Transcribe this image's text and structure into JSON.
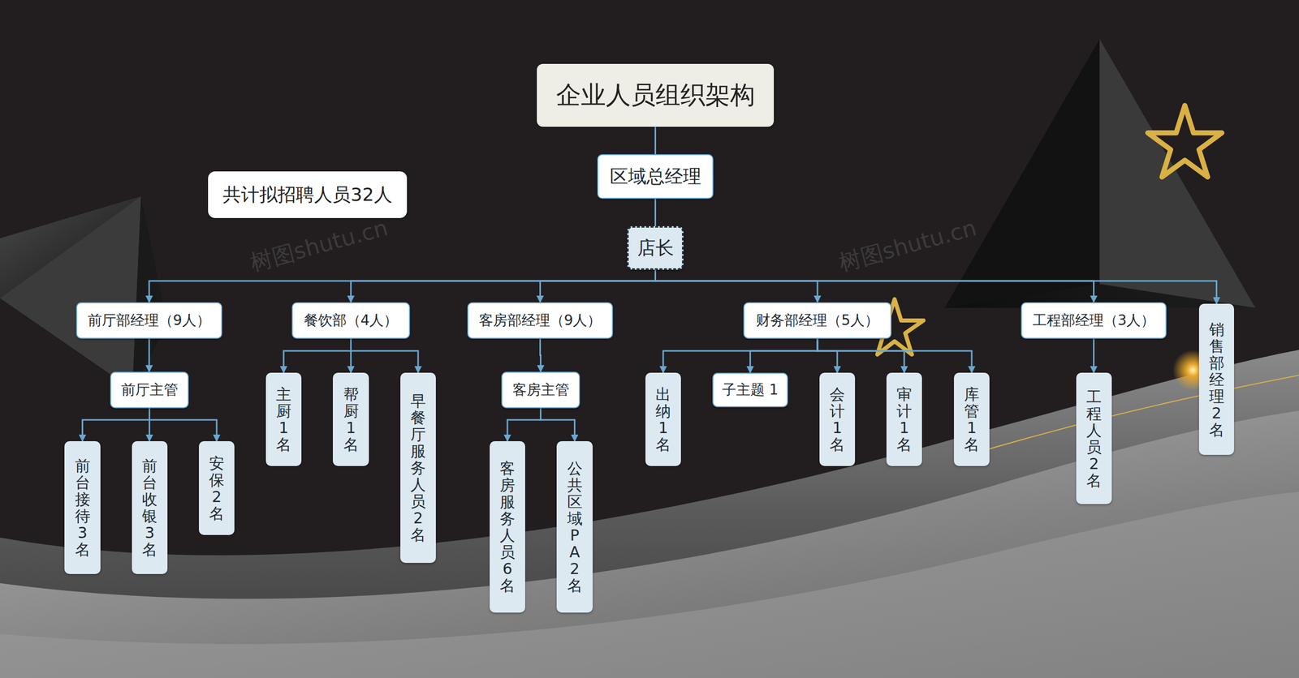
{
  "diagram": {
    "title": "企业人员组织架构",
    "nodes": [
      {
        "text": [
          "企业人员组织架构"
        ]
      },
      {
        "text": [
          "共计拟招聘人员32人"
        ]
      },
      {
        "text": [
          "区域总经理"
        ]
      },
      {
        "text": [
          "店长"
        ]
      },
      {
        "text": [
          "前厅部经理（9人）"
        ]
      },
      {
        "text": [
          "餐饮部（4人）"
        ]
      },
      {
        "text": [
          "客房部经理（9人）"
        ]
      },
      {
        "text": [
          "财务部经理（5人）"
        ]
      },
      {
        "text": [
          "工程部经理（3人）"
        ]
      },
      {
        "text": [
          "销售部经理2名"
        ]
      },
      {
        "text": [
          "前厅主管"
        ]
      },
      {
        "text": [
          "前台接待3名"
        ]
      },
      {
        "text": [
          "前台收银3名"
        ]
      },
      {
        "text": [
          "安保2名"
        ]
      },
      {
        "text": [
          "主厨1名"
        ]
      },
      {
        "text": [
          "帮厨1名"
        ]
      },
      {
        "text": [
          "早餐厅服务人员2名"
        ]
      },
      {
        "text": [
          "客房主管"
        ]
      },
      {
        "text": [
          "客房服务人员6名"
        ]
      },
      {
        "text": [
          "公共区域PA2名"
        ]
      },
      {
        "text": [
          "出纳1名"
        ]
      },
      {
        "text": [
          "子主题 1"
        ]
      },
      {
        "text": [
          "会计1名"
        ]
      },
      {
        "text": [
          "审计1名"
        ]
      },
      {
        "text": [
          "库管1名"
        ]
      },
      {
        "text": [
          "工程人员2名"
        ]
      }
    ],
    "edges": [
      {
        "from": 0,
        "to": 2,
        "arrow": "none"
      },
      {
        "from": 2,
        "to": 3,
        "arrow": "none"
      },
      {
        "from": 3,
        "to": 4,
        "arrow": "to"
      },
      {
        "from": 3,
        "to": 5,
        "arrow": "to"
      },
      {
        "from": 3,
        "to": 6,
        "arrow": "to"
      },
      {
        "from": 3,
        "to": 7,
        "arrow": "to"
      },
      {
        "from": 3,
        "to": 8,
        "arrow": "to"
      },
      {
        "from": 3,
        "to": 9,
        "arrow": "to"
      },
      {
        "from": 4,
        "to": 10,
        "arrow": "to"
      },
      {
        "from": 10,
        "to": 11,
        "arrow": "to"
      },
      {
        "from": 10,
        "to": 12,
        "arrow": "to"
      },
      {
        "from": 10,
        "to": 13,
        "arrow": "to"
      },
      {
        "from": 5,
        "to": 14,
        "arrow": "to"
      },
      {
        "from": 5,
        "to": 15,
        "arrow": "to"
      },
      {
        "from": 5,
        "to": 16,
        "arrow": "to"
      },
      {
        "from": 6,
        "to": 17,
        "arrow": "to"
      },
      {
        "from": 17,
        "to": 18,
        "arrow": "to"
      },
      {
        "from": 17,
        "to": 19,
        "arrow": "to"
      },
      {
        "from": 7,
        "to": 20,
        "arrow": "to"
      },
      {
        "from": 7,
        "to": 21,
        "arrow": "to"
      },
      {
        "from": 7,
        "to": 22,
        "arrow": "to"
      },
      {
        "from": 7,
        "to": 23,
        "arrow": "to"
      },
      {
        "from": 7,
        "to": 24,
        "arrow": "to"
      },
      {
        "from": 8,
        "to": 25,
        "arrow": "to"
      }
    ],
    "labels": [
      "树图shutu.cn",
      "树图shutu.cn"
    ]
  }
}
